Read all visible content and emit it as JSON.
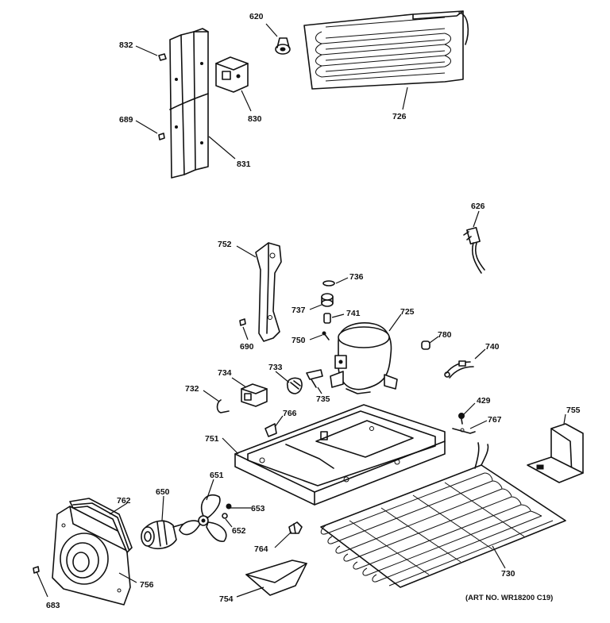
{
  "labels": {
    "p620": "620",
    "p832": "832",
    "p830": "830",
    "p689": "689",
    "p831": "831",
    "p726": "726",
    "p626": "626",
    "p752": "752",
    "p736": "736",
    "p737": "737",
    "p741": "741",
    "p725": "725",
    "p750": "750",
    "p690": "690",
    "p780": "780",
    "p740": "740",
    "p733": "733",
    "p734": "734",
    "p735": "735",
    "p732": "732",
    "p429": "429",
    "p767": "767",
    "p755": "755",
    "p766": "766",
    "p751": "751",
    "p651": "651",
    "p650": "650",
    "p762": "762",
    "p653": "653",
    "p652": "652",
    "p764": "764",
    "p730": "730",
    "p756": "756",
    "p683": "683",
    "p754": "754"
  },
  "art_number": "(ART NO. WR18200 C19)"
}
